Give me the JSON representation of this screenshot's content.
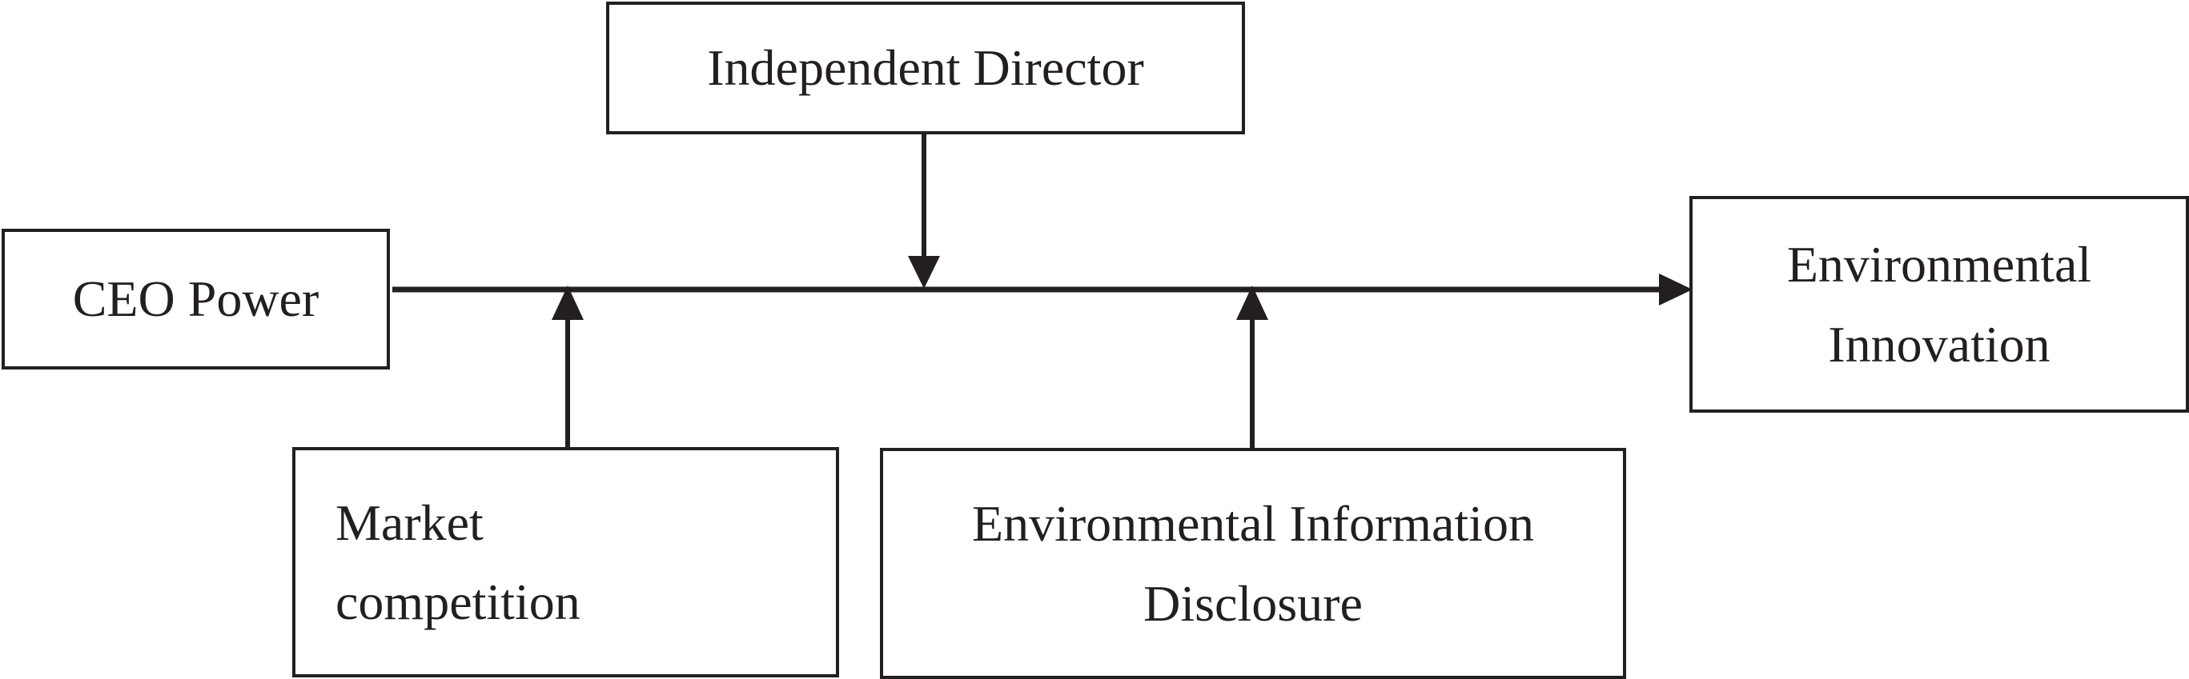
{
  "diagram": {
    "nodes": {
      "independent_director": {
        "line1": "Independent Director"
      },
      "ceo_power": {
        "line1": "CEO Power"
      },
      "environmental_innovation": {
        "line1": "Environmental",
        "line2": "Innovation"
      },
      "market_competition": {
        "line1": "Market",
        "line2": "competition"
      },
      "environmental_information_disclosure": {
        "line1": "Environmental Information",
        "line2": "Disclosure"
      }
    },
    "edges": [
      {
        "from": "ceo_power",
        "to": "environmental_innovation",
        "kind": "main-effect"
      },
      {
        "from": "independent_director",
        "to": "main-effect",
        "kind": "moderator"
      },
      {
        "from": "market_competition",
        "to": "main-effect",
        "kind": "moderator"
      },
      {
        "from": "environmental_information_disclosure",
        "to": "main-effect",
        "kind": "moderator"
      }
    ],
    "line_color": "#231f20"
  }
}
